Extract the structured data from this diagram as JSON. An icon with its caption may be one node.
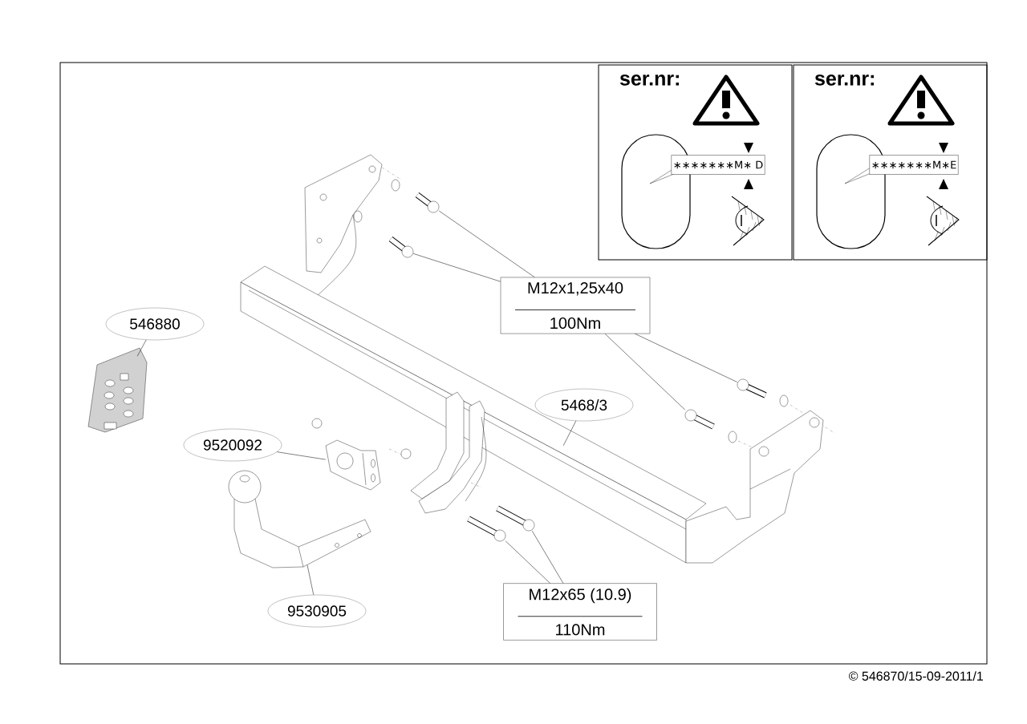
{
  "diagram": {
    "nodes": [
      {
        "text": [
          "546880"
        ]
      },
      {
        "text": [],
        "shape": "picture"
      },
      {
        "text": [
          "9520092"
        ]
      },
      {
        "text": [],
        "shape": "picture"
      },
      {
        "text": [
          "9530905"
        ]
      },
      {
        "text": [],
        "shape": "picture"
      },
      {
        "text": [
          "5468/3"
        ]
      },
      {
        "text": [],
        "shape": "picture"
      },
      {
        "text": [
          "M12x1,25x40",
          "100Nm"
        ]
      },
      {
        "text": [],
        "shape": "picture"
      },
      {
        "text": [],
        "shape": "picture"
      },
      {
        "text": [],
        "shape": "picture"
      },
      {
        "text": [],
        "shape": "picture"
      },
      {
        "text": [
          "M12x65 (10.9)",
          "110Nm"
        ]
      },
      {
        "text": [],
        "shape": "picture"
      },
      {
        "text": [],
        "shape": "picture"
      },
      {
        "text": [
          "ser.nr:"
        ]
      },
      {
        "text": [
          "∗∗∗∗∗∗∗M∗ D"
        ],
        "in": 16
      },
      {
        "text": [
          "ser.nr:"
        ]
      },
      {
        "text": [
          "∗∗∗∗∗∗∗M∗E"
        ],
        "in": 18
      }
    ],
    "edges": [
      {
        "from": 0,
        "to": 1,
        "arrow": "none"
      },
      {
        "from": 2,
        "to": 3,
        "arrow": "none"
      },
      {
        "from": 4,
        "to": 5,
        "arrow": "none"
      },
      {
        "from": 6,
        "to": 7,
        "arrow": "none"
      },
      {
        "from": 8,
        "to": 9,
        "arrow": "none"
      },
      {
        "from": 8,
        "to": 10,
        "arrow": "none"
      },
      {
        "from": 8,
        "to": 11,
        "arrow": "none"
      },
      {
        "from": 8,
        "to": 12,
        "arrow": "none"
      },
      {
        "from": 13,
        "to": 14,
        "arrow": "none"
      },
      {
        "from": 13,
        "to": 15,
        "arrow": "none"
      }
    ],
    "labels": [
      "© 546870/15-09-2011/1"
    ]
  }
}
